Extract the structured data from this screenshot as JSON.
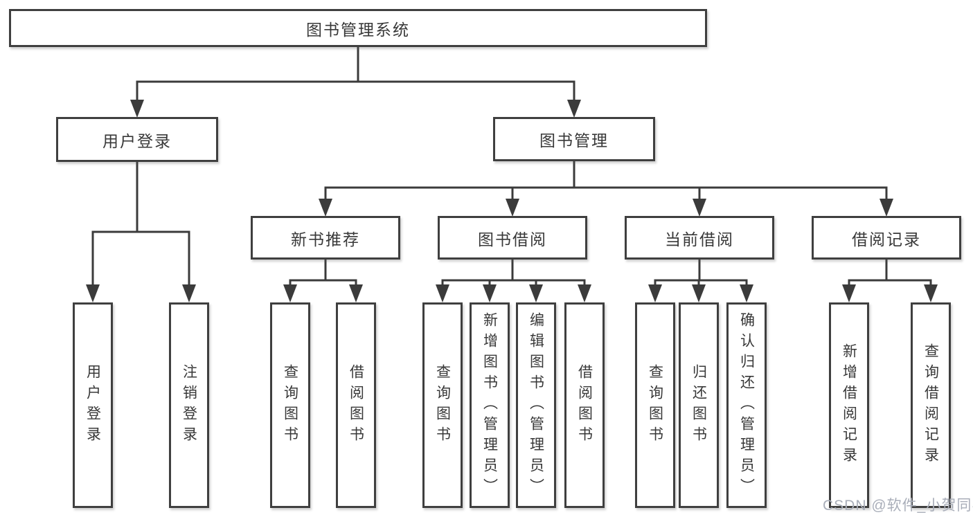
{
  "diagram": {
    "root": {
      "label": "图书管理系统",
      "children": [
        {
          "label": "用户登录",
          "children": [
            {
              "label": "用户登录"
            },
            {
              "label": "注销登录"
            }
          ]
        },
        {
          "label": "图书管理",
          "children": [
            {
              "label": "新书推荐",
              "children": [
                {
                  "label": "查询图书"
                },
                {
                  "label": "借阅图书"
                }
              ]
            },
            {
              "label": "图书借阅",
              "children": [
                {
                  "label": "查询图书"
                },
                {
                  "label": "新增图书（管理员）"
                },
                {
                  "label": "编辑图书（管理员）"
                },
                {
                  "label": "借阅图书"
                }
              ]
            },
            {
              "label": "当前借阅",
              "children": [
                {
                  "label": "查询图书"
                },
                {
                  "label": "归还图书"
                },
                {
                  "label": "确认归还（管理员）"
                }
              ]
            },
            {
              "label": "借阅记录",
              "children": [
                {
                  "label": "新增借阅记录"
                },
                {
                  "label": "查询借阅记录"
                }
              ]
            }
          ]
        }
      ]
    }
  },
  "watermark": {
    "text": "CSDN @软件_小贺同学"
  },
  "colors": {
    "line": "#3b3b3b",
    "border": "#3f3f3f",
    "text": "#383838",
    "watermark": "#a9aeb9",
    "bg": "#ffffff"
  }
}
